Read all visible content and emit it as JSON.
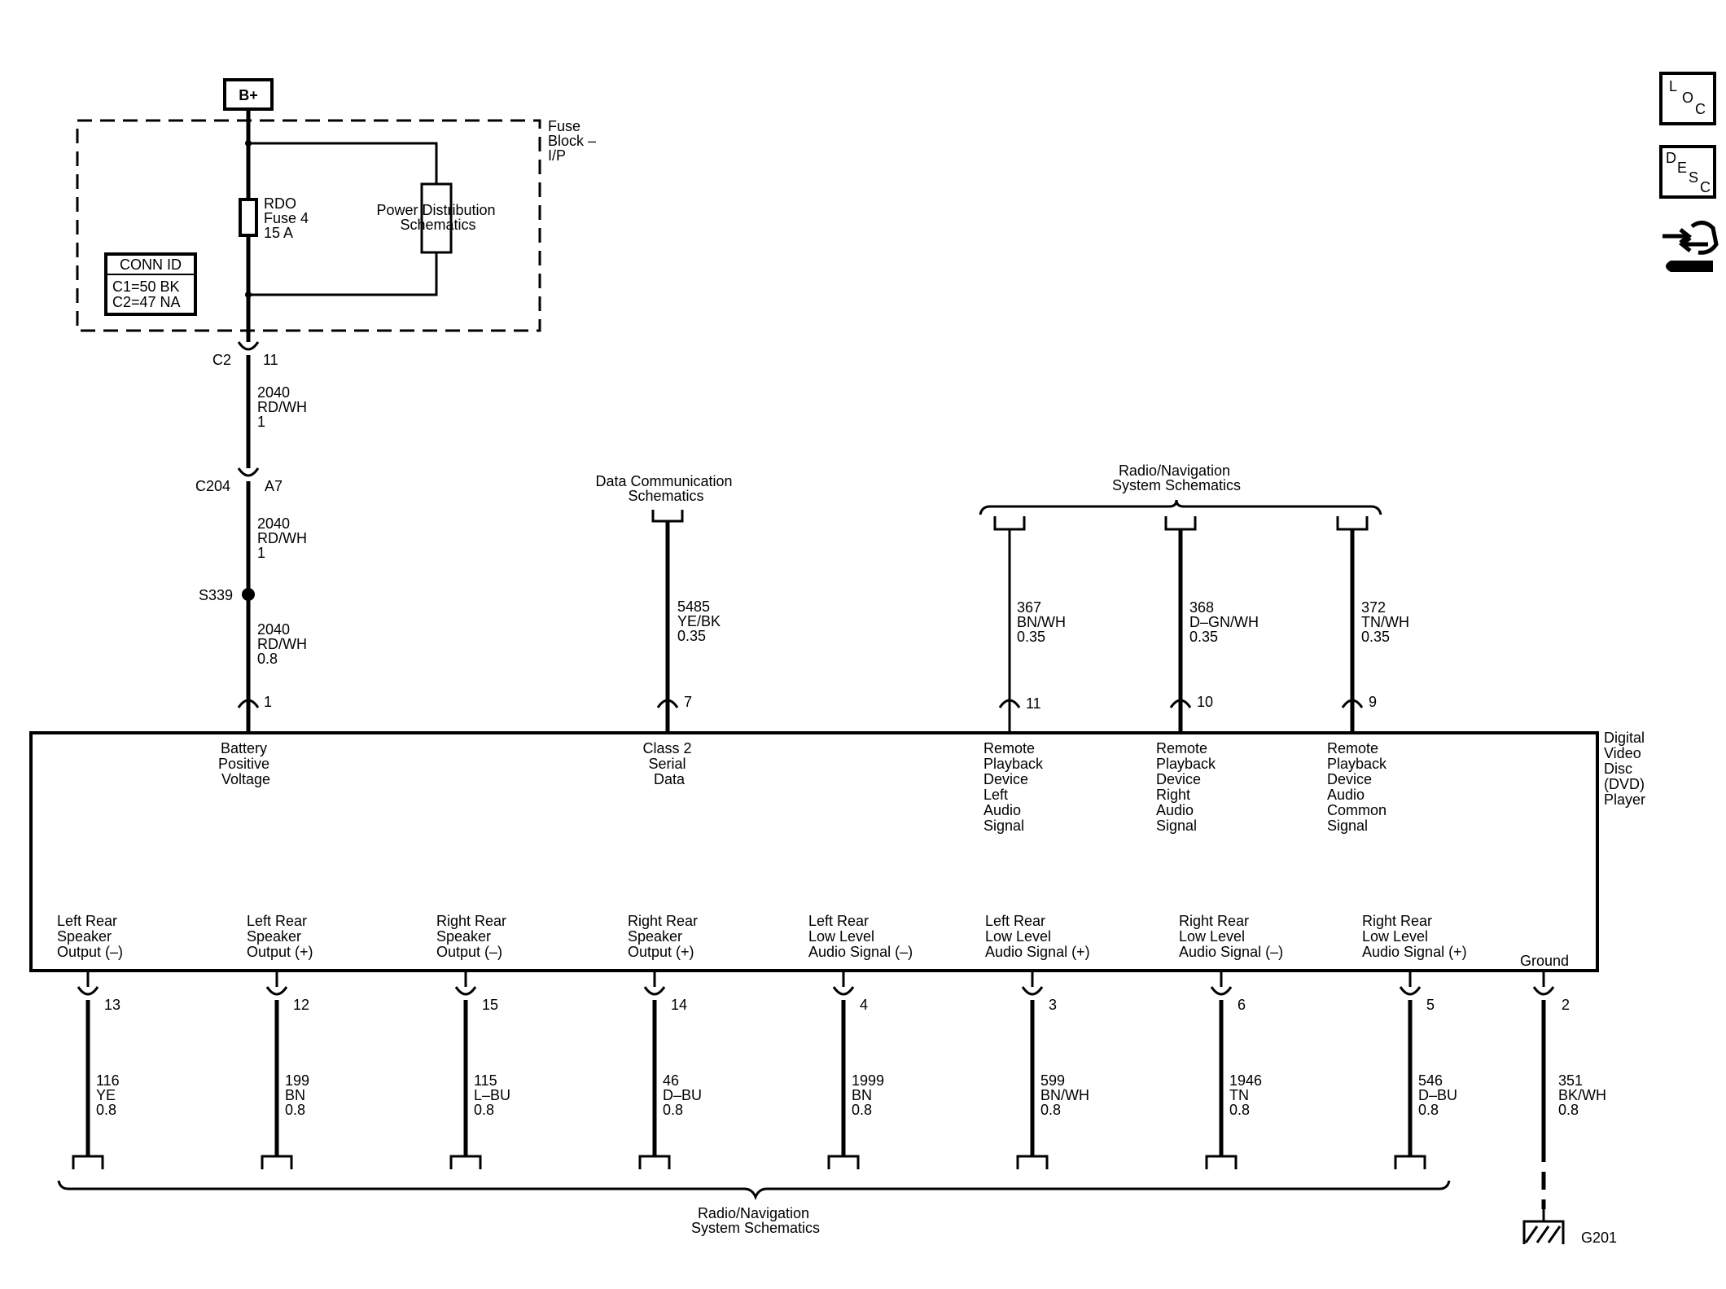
{
  "power": {
    "source": "B+",
    "fuse_block": [
      "Fuse",
      "Block –",
      "I/P"
    ],
    "fuse": [
      "RDO",
      "Fuse 4",
      "15 A"
    ],
    "power_dist": [
      "Power Distribution",
      "Schematics"
    ],
    "conn_id_title": "CONN ID",
    "conn_id_rows": [
      "C1=50 BK",
      "C2=47 NA"
    ],
    "c2_label": "C2",
    "c2_pin": "11",
    "c204_label": "C204",
    "c204_pin": "A7",
    "splice": "S339",
    "wire_1": [
      "2040",
      "RD/WH",
      "1"
    ],
    "wire_2": [
      "2040",
      "RD/WH",
      "1"
    ],
    "wire_3": [
      "2040",
      "RD/WH",
      "0.8"
    ]
  },
  "device": {
    "name": [
      "Digital",
      "Video",
      "Disc",
      "(DVD)",
      "Player"
    ]
  },
  "top_pins": [
    {
      "pin": "1",
      "wire": [],
      "label": [
        "Battery",
        "Positive",
        "Voltage"
      ]
    },
    {
      "pin": "7",
      "wire": [
        "5485",
        "YE/BK",
        "0.35"
      ],
      "label": [
        "Class 2",
        "Serial",
        "Data"
      ]
    },
    {
      "pin": "11",
      "wire": [
        "367",
        "BN/WH",
        "0.35"
      ],
      "label": [
        "Remote",
        "Playback",
        "Device",
        "Left",
        "Audio",
        "Signal"
      ]
    },
    {
      "pin": "10",
      "wire": [
        "368",
        "D–GN/WH",
        "0.35"
      ],
      "label": [
        "Remote",
        "Playback",
        "Device",
        "Right",
        "Audio",
        "Signal"
      ]
    },
    {
      "pin": "9",
      "wire": [
        "372",
        "TN/WH",
        "0.35"
      ],
      "label": [
        "Remote",
        "Playback",
        "Device",
        "Audio",
        "Common",
        "Signal"
      ]
    }
  ],
  "data_comm_ref": [
    "Data Communication",
    "Schematics"
  ],
  "radio_nav_top_ref": [
    "Radio/Navigation",
    "System Schematics"
  ],
  "bottom_pins": [
    {
      "pin": "13",
      "label": [
        "Left Rear",
        "Speaker",
        "Output (–)"
      ],
      "wire": [
        "116",
        "YE",
        "0.8"
      ]
    },
    {
      "pin": "12",
      "label": [
        "Left Rear",
        "Speaker",
        "Output (+)"
      ],
      "wire": [
        "199",
        "BN",
        "0.8"
      ]
    },
    {
      "pin": "15",
      "label": [
        "Right Rear",
        "Speaker",
        "Output (–)"
      ],
      "wire": [
        "115",
        "L–BU",
        "0.8"
      ]
    },
    {
      "pin": "14",
      "label": [
        "Right Rear",
        "Speaker",
        "Output (+)"
      ],
      "wire": [
        "46",
        "D–BU",
        "0.8"
      ]
    },
    {
      "pin": "4",
      "label": [
        "Left Rear",
        "Low Level",
        "Audio Signal (–)"
      ],
      "wire": [
        "1999",
        "BN",
        "0.8"
      ]
    },
    {
      "pin": "3",
      "label": [
        "Left Rear",
        "Low Level",
        "Audio Signal (+)"
      ],
      "wire": [
        "599",
        "BN/WH",
        "0.8"
      ]
    },
    {
      "pin": "6",
      "label": [
        "Right Rear",
        "Low Level",
        "Audio Signal (–)"
      ],
      "wire": [
        "1946",
        "TN",
        "0.8"
      ]
    },
    {
      "pin": "5",
      "label": [
        "Right Rear",
        "Low Level",
        "Audio Signal (+)"
      ],
      "wire": [
        "546",
        "D–BU",
        "0.8"
      ]
    }
  ],
  "ground_pin": {
    "pin": "2",
    "label": [
      "Ground"
    ],
    "wire": [
      "351",
      "BK/WH",
      "0.8"
    ],
    "ground_id": "G201"
  },
  "radio_nav_bottom_ref": [
    "Radio/Navigation",
    "System Schematics"
  ],
  "side_icons": [
    {
      "name": "loc-icon",
      "letters": [
        "L",
        "O",
        "C"
      ]
    },
    {
      "name": "desc-icon",
      "letters": [
        "D",
        "E",
        "S",
        "C"
      ]
    },
    {
      "name": "diagnostic-tool-icon",
      "letters": []
    }
  ]
}
